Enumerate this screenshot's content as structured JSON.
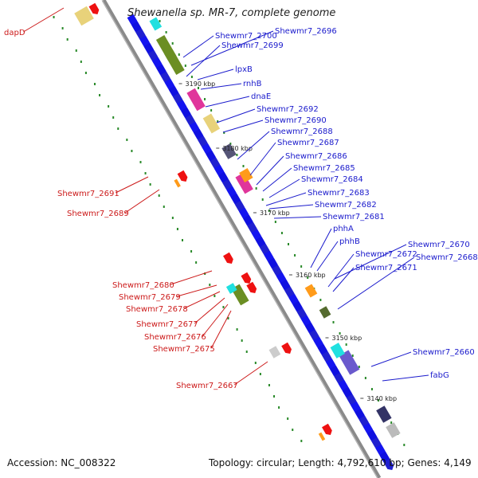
{
  "title": "Shewanella sp. MR-7, complete genome",
  "footer": {
    "accession": "Accession: NC_008322",
    "summary": "Topology: circular; Length: 4,792,610 bp; Genes: 4,149"
  },
  "kbp_marks": [
    "3190 kbp",
    "3180 kbp",
    "3170 kbp",
    "3160 kbp",
    "3150 kbp",
    "3140 kbp"
  ],
  "forward_labels": [
    "Shewmr7_2700",
    "Shewmr7_2696",
    "Shewmr7_2699",
    "lpxB",
    "rnhB",
    "dnaE",
    "Shewmr7_2692",
    "Shewmr7_2690",
    "Shewmr7_2688",
    "Shewmr7_2687",
    "Shewmr7_2686",
    "Shewmr7_2685",
    "Shewmr7_2684",
    "Shewmr7_2683",
    "Shewmr7_2682",
    "Shewmr7_2681",
    "phhA",
    "phhB",
    "Shewmr7_2670",
    "Shewmr7_2672",
    "Shewmr7_2668",
    "Shewmr7_2671",
    "Shewmr7_2660",
    "fabG"
  ],
  "reverse_labels": [
    "dapD",
    "Shewmr7_2691",
    "Shewmr7_2689",
    "Shewmr7_2680",
    "Shewmr7_2679",
    "Shewmr7_2678",
    "Shewmr7_2677",
    "Shewmr7_2676",
    "Shewmr7_2675",
    "Shewmr7_2667"
  ],
  "colors": {
    "forward_label": "#1a1acc",
    "reverse_label": "#cc1a1a",
    "backbone": "#8a8a8a",
    "gc_dots": "#2a8a2a"
  }
}
